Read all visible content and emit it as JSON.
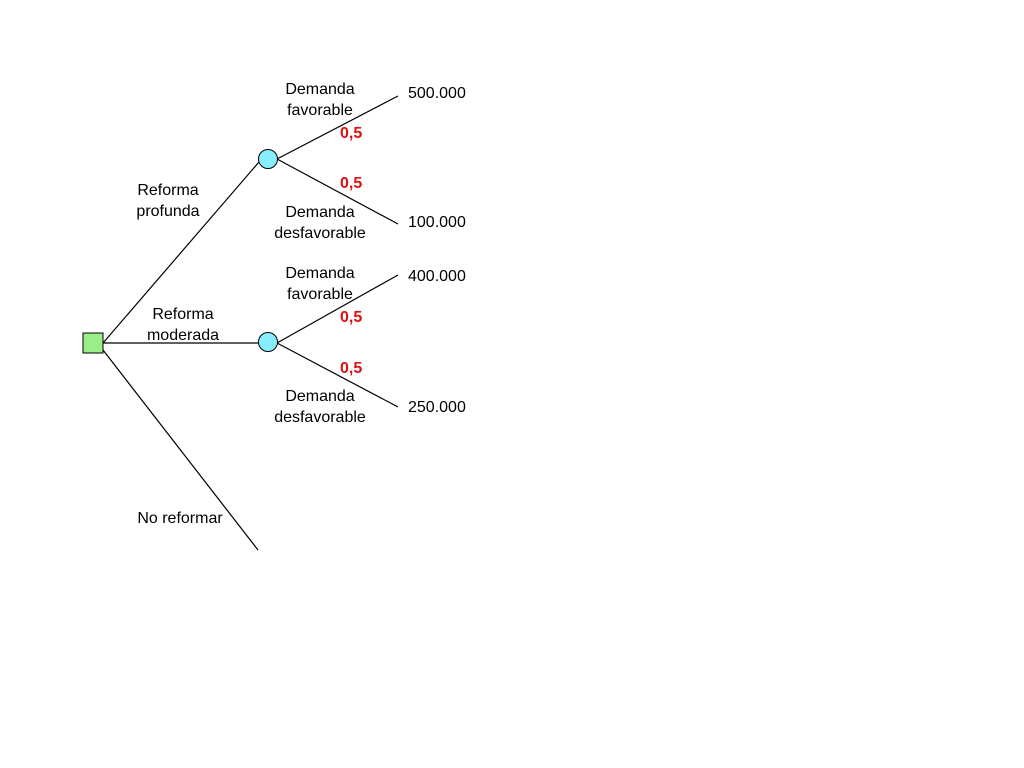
{
  "colors": {
    "decision_node": "#99ee88",
    "chance_node": "#88eeff",
    "probability": "#dd1111",
    "line": "#000000"
  },
  "decision": {
    "options": [
      {
        "label": [
          "Reforma",
          "profunda"
        ],
        "outcomes": [
          {
            "label": [
              "Demanda",
              "favorable"
            ],
            "probability": "0,5",
            "value": "500.000"
          },
          {
            "label": [
              "Demanda",
              "desfavorable"
            ],
            "probability": "0,5",
            "value": "100.000"
          }
        ]
      },
      {
        "label": [
          "Reforma",
          "moderada"
        ],
        "outcomes": [
          {
            "label": [
              "Demanda",
              "favorable"
            ],
            "probability": "0,5",
            "value": "400.000"
          },
          {
            "label": [
              "Demanda",
              "desfavorable"
            ],
            "probability": "0,5",
            "value": "250.000"
          }
        ]
      },
      {
        "label": [
          "No reformar"
        ]
      }
    ]
  }
}
